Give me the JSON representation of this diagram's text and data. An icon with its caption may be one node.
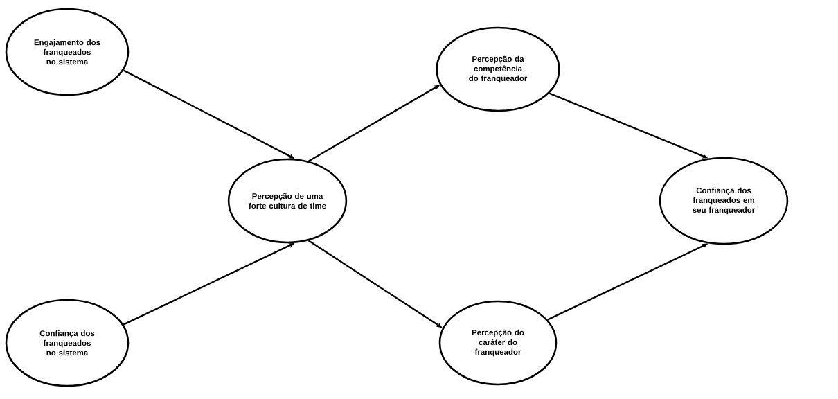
{
  "diagram": {
    "nodes": [
      {
        "text": [
          "Engajamento dos franqueados no sistema"
        ]
      },
      {
        "text": [
          "Confiança dos franqueados no sistema"
        ]
      },
      {
        "text": [
          "Percepção de uma forte cultura de time"
        ]
      },
      {
        "text": [
          "Percepção da competência do franqueador"
        ]
      },
      {
        "text": [
          "Percepção do caráter do franqueador"
        ]
      },
      {
        "text": [
          "Confiança dos franqueados em seu franqueador"
        ]
      }
    ],
    "edges": [
      {
        "from": 0,
        "to": 2,
        "arrow": "to"
      },
      {
        "from": 1,
        "to": 2,
        "arrow": "to"
      },
      {
        "from": 2,
        "to": 3,
        "arrow": "to"
      },
      {
        "from": 2,
        "to": 4,
        "arrow": "to"
      },
      {
        "from": 3,
        "to": 5,
        "arrow": "to"
      },
      {
        "from": 4,
        "to": 5,
        "arrow": "to"
      }
    ]
  }
}
